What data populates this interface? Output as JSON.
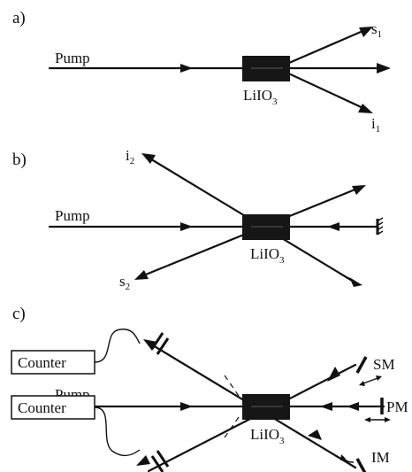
{
  "panels": [
    {
      "id": "a",
      "label": "a)",
      "pump_label": "Pump",
      "crystal_label": "LiIO",
      "crystal_sub": "3",
      "beam_labels": [
        {
          "base": "s",
          "sub": "1"
        },
        {
          "base": "i",
          "sub": "1"
        }
      ]
    },
    {
      "id": "b",
      "label": "b)",
      "pump_label": "Pump",
      "crystal_label": "LiIO",
      "crystal_sub": "3",
      "beam_labels": [
        {
          "base": "i",
          "sub": "2"
        },
        {
          "base": "s",
          "sub": "2"
        }
      ]
    },
    {
      "id": "c",
      "label": "c)",
      "pump_label": "Pump",
      "crystal_label": "LiIO",
      "crystal_sub": "3",
      "counters": [
        "Counter",
        "Counter"
      ],
      "mirrors": [
        "SM",
        "PM",
        "IM"
      ]
    }
  ]
}
